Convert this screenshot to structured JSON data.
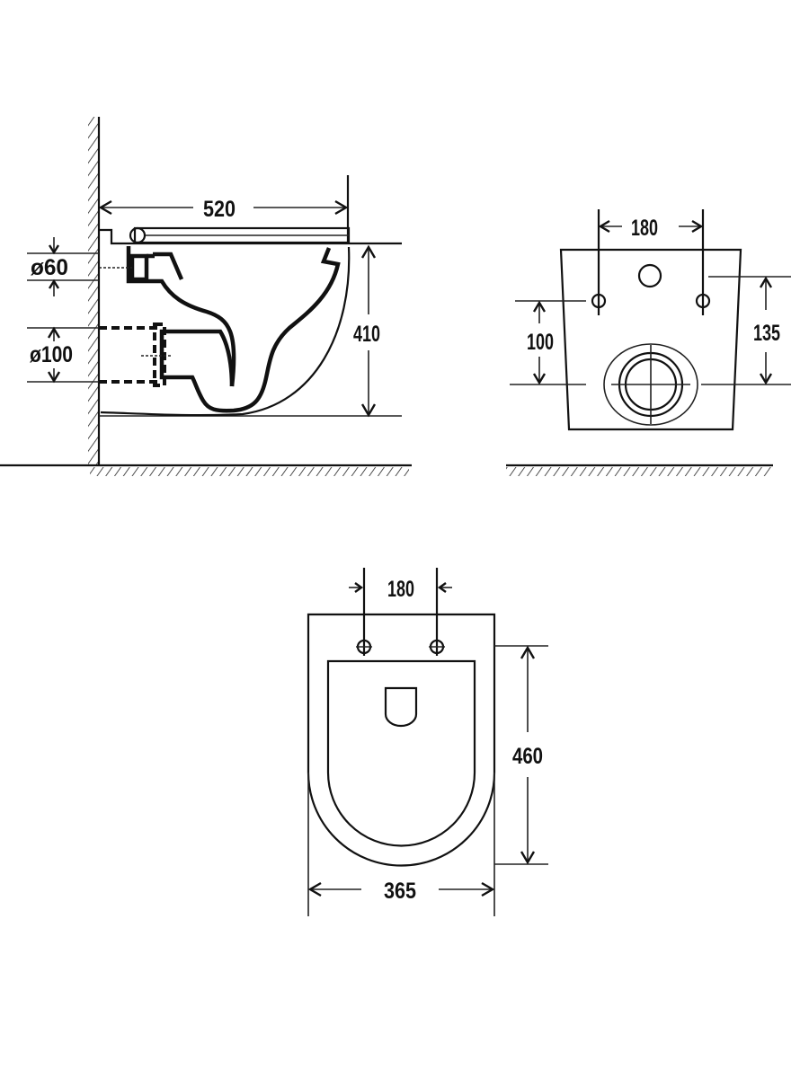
{
  "side_view": {
    "width_label": "520",
    "height_label": "410",
    "inlet_label": "ø60",
    "outlet_label": "ø100"
  },
  "back_view": {
    "bolt_spacing_label": "180",
    "bolt_to_outlet_label": "100",
    "inlet_to_outlet_label": "135"
  },
  "top_view": {
    "bolt_spacing_label": "180",
    "length_label": "460",
    "width_label": "365"
  }
}
